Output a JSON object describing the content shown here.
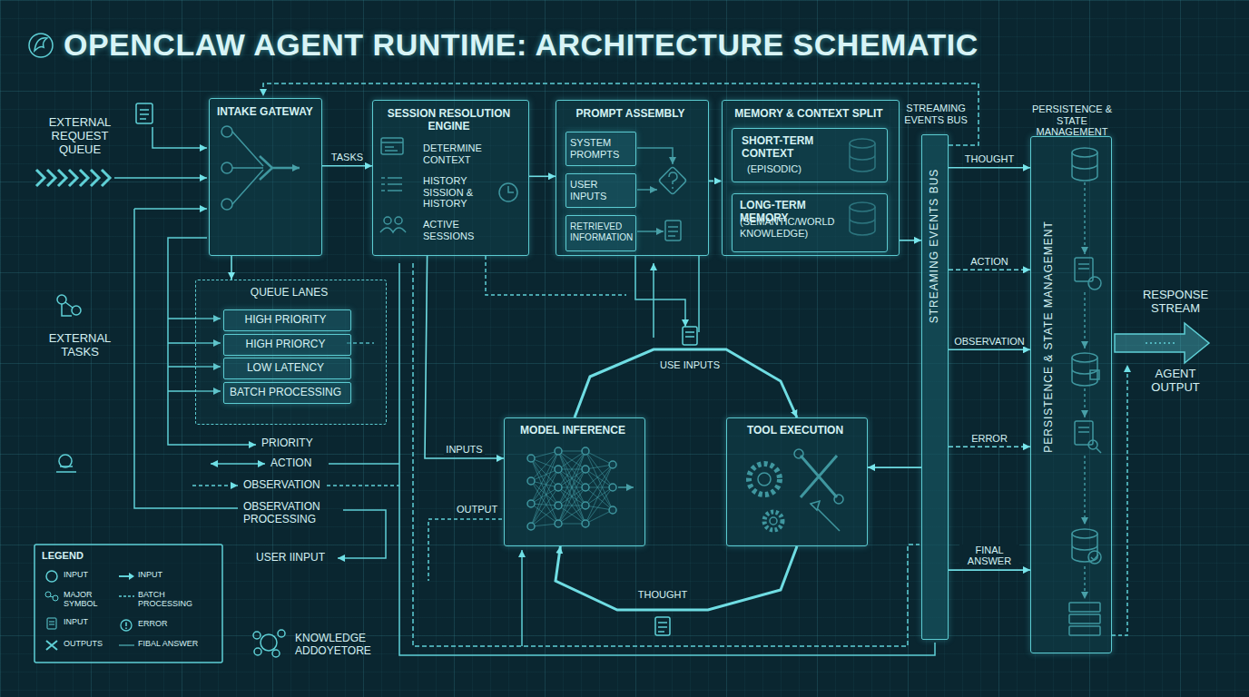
{
  "diagram": {
    "title": "OPENCLAW AGENT RUNTIME: ARCHITECTURE SCHEMATIC",
    "nodes": [
      {
        "text": [
          "INTAKE GATEWAY"
        ]
      },
      {
        "text": [
          "SESSION RESOLUTION ENGINE",
          "DETERMINE CONTEXT",
          "HISTORY SISSION & HISTORY",
          "ACTIVE SESSIONS"
        ]
      },
      {
        "text": [
          "PROMPT ASSEMBLY"
        ]
      },
      {
        "text": [
          "SYSTEM PROMPTS"
        ],
        "in": 2
      },
      {
        "text": [
          "USER INPUTS"
        ],
        "in": 2
      },
      {
        "text": [
          "RETRIEVED INFORMATION"
        ],
        "in": 2
      },
      {
        "text": [
          "MEMORY & CONTEXT SPLIT"
        ]
      },
      {
        "text": [
          "SHORT-TERM CONTEXT",
          "(EPISODIC)"
        ],
        "in": 6
      },
      {
        "text": [
          "LONG-TERM MEMORY",
          "(SEMANTIC/WORLD KNOWLEDGE)"
        ],
        "in": 6
      },
      {
        "text": [
          "STREAMING EVENTS BUS",
          "STREAMING EVENTS BUS"
        ]
      },
      {
        "text": [
          "PERSISTENCE & STATE MANAGEMENT",
          "PERSISTENCE & STATE MANAGEMENT"
        ]
      },
      {
        "text": [
          "QUEUE LANES"
        ]
      },
      {
        "text": [
          "HIGH PRIORITY"
        ],
        "in": 11
      },
      {
        "text": [
          "HIGH PRIORCY"
        ],
        "in": 11
      },
      {
        "text": [
          "LOW LATENCY"
        ],
        "in": 11
      },
      {
        "text": [
          "BATCH PROCESSING"
        ],
        "in": 11
      },
      {
        "text": [
          "MODEL INFERENCE"
        ]
      },
      {
        "text": [
          "TOOL EXECUTION"
        ]
      }
    ],
    "edges": [
      {
        "from": 0,
        "to": 1,
        "label": "TASKS",
        "arrow": "to"
      },
      {
        "from": 1,
        "to": 2,
        "arrow": "to"
      },
      {
        "from": 2,
        "to": 6,
        "arrow": "to"
      },
      {
        "from": 6,
        "to": 9,
        "arrow": "to"
      },
      {
        "from": 9,
        "to": 10,
        "label": "THOUGHT",
        "arrow": "to"
      },
      {
        "from": 9,
        "to": 10,
        "label": "ACTION",
        "arrow": "to"
      },
      {
        "from": 9,
        "to": 10,
        "label": "OBSERVATION",
        "arrow": "to"
      },
      {
        "from": 9,
        "to": 10,
        "label": "ERROR",
        "arrow": "to"
      },
      {
        "from": 9,
        "to": 10,
        "label": "FINAL ANSWER",
        "arrow": "to"
      },
      {
        "from": 16,
        "to": 17,
        "label": "USE INPUTS",
        "arrow": "to"
      },
      {
        "from": 17,
        "to": 16,
        "label": "THOUGHT",
        "arrow": "to"
      },
      {
        "from": 9,
        "to": 17,
        "arrow": "to"
      },
      {
        "from": 1,
        "to": 16,
        "label": "INPUTS",
        "arrow": "to"
      },
      {
        "from": 0,
        "to": 11,
        "arrow": "to"
      }
    ],
    "labels": [
      "EXTERNAL REQUEST QUEUE",
      "EXTERNAL TASKS",
      "PRIORITY",
      "ACTION",
      "OBSERVATION",
      "OBSERVATION PROCESSING",
      "USER IINPUT",
      "KNOWLEDGE ADDOYETORE",
      "OUTPUT",
      "RESPONSE STREAM",
      "AGENT OUTPUT",
      "LEGEND"
    ],
    "legend": [
      {
        "text": "INPUT"
      },
      {
        "text": "INPUT"
      },
      {
        "text": "MAJOR SYMBOL"
      },
      {
        "text": "BATCH PROCESSING"
      },
      {
        "text": "INPUT"
      },
      {
        "text": "ERROR"
      },
      {
        "text": "OUTPUTS"
      },
      {
        "text": "FIBAL ANSWER"
      }
    ]
  }
}
